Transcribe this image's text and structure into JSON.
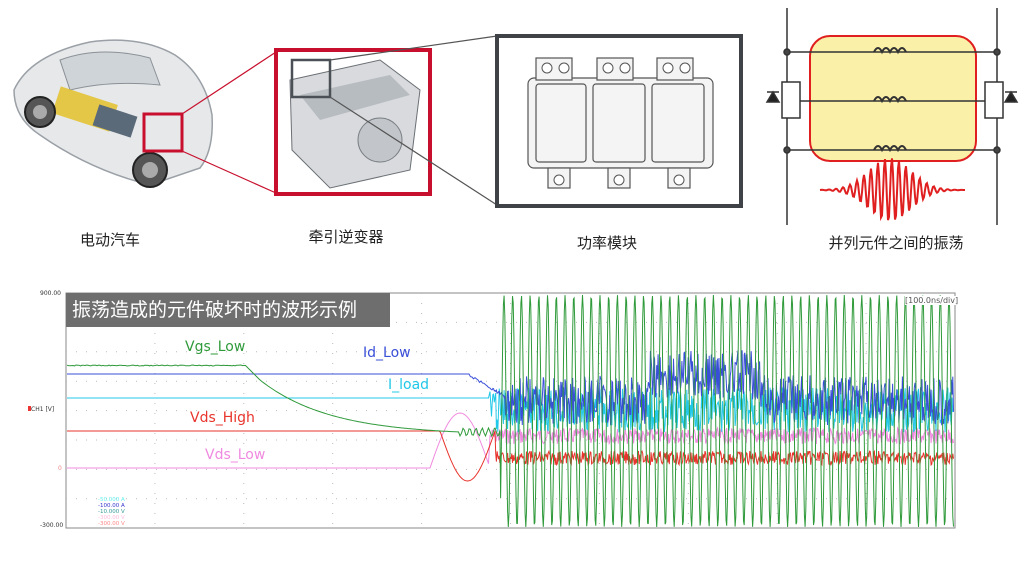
{
  "captions": {
    "car": "电动汽车",
    "inverter": "牵引逆变器",
    "module": "功率模块",
    "oscillation": "并列元件之间的振荡"
  },
  "scope": {
    "title": "振荡造成的元件破坏时的波形示例",
    "time_div": "[100.0ns/div]",
    "y_max": "900.00",
    "y_min": "-300.00",
    "y_zero": "0",
    "channel": "CH1",
    "unit": "[V]",
    "signals": [
      {
        "name": "Vgs_Low",
        "color": "#2f9a3a"
      },
      {
        "name": "Id_Low",
        "color": "#3a4fd8"
      },
      {
        "name": "I_load",
        "color": "#22c8e8"
      },
      {
        "name": "Vds_High",
        "color": "#e8342c"
      },
      {
        "name": "Vds_Low",
        "color": "#f08ae0"
      }
    ],
    "legend": [
      "-50.000 A",
      "-100.00 A",
      "-10.000 V",
      "-300.00 V",
      "-300.00 V"
    ]
  }
}
